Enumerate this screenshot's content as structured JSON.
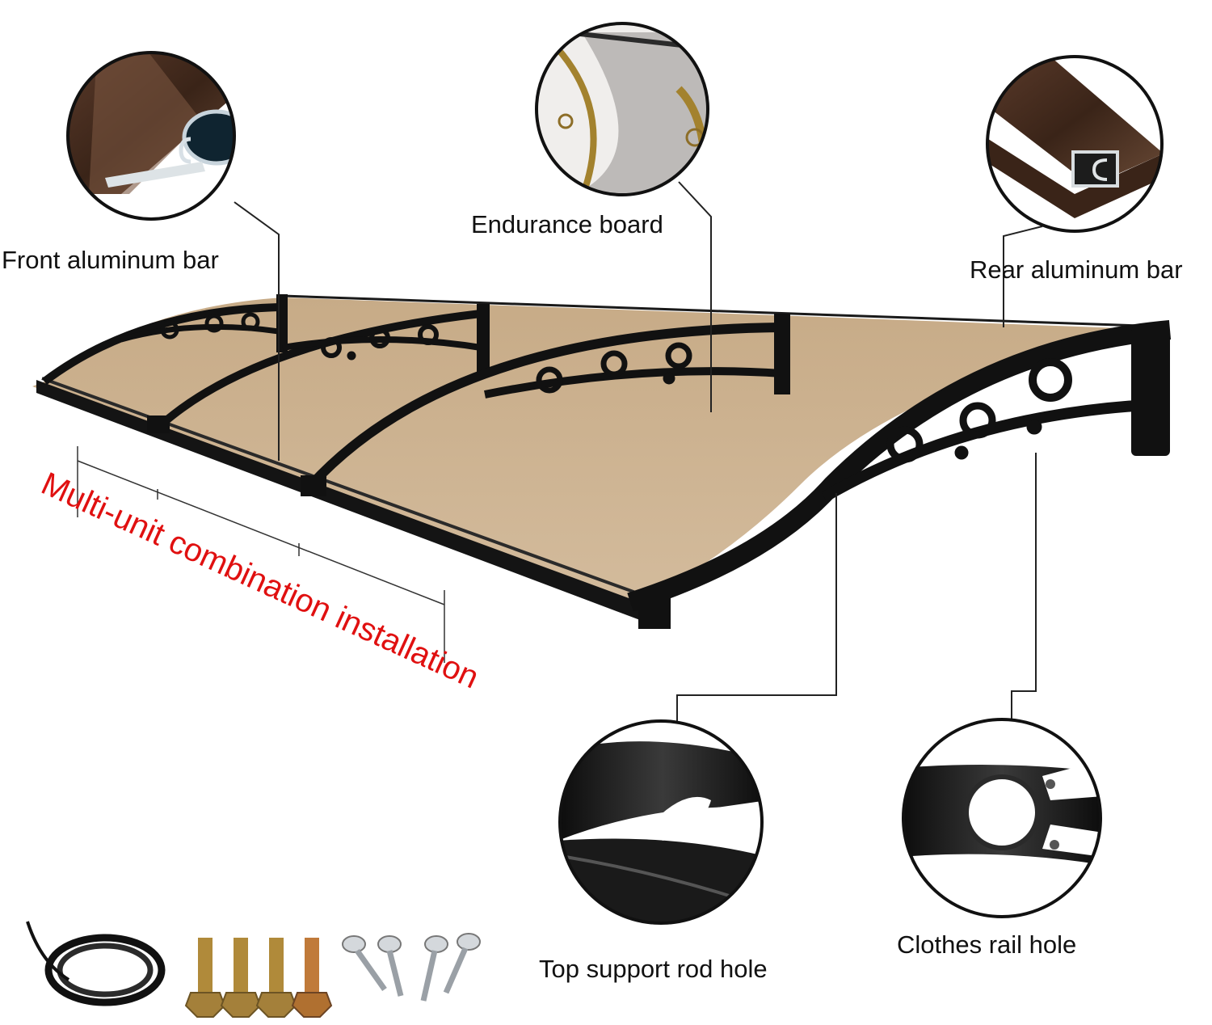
{
  "labels": {
    "front_bar": "Front aluminum bar",
    "endurance_board": "Endurance board",
    "rear_bar": "Rear aluminum bar",
    "multi_unit": "Multi-unit combination installation",
    "top_support": "Top support rod hole",
    "clothes_rail": "Clothes rail hole"
  },
  "colors": {
    "board": "#c9ae8c",
    "frame": "#111111",
    "callout_text": "#111111",
    "highlight_text": "#e01010"
  },
  "accessories": {
    "sealing_strip_count": 1,
    "expansion_bolt_count": 4,
    "screw_count": 4
  }
}
